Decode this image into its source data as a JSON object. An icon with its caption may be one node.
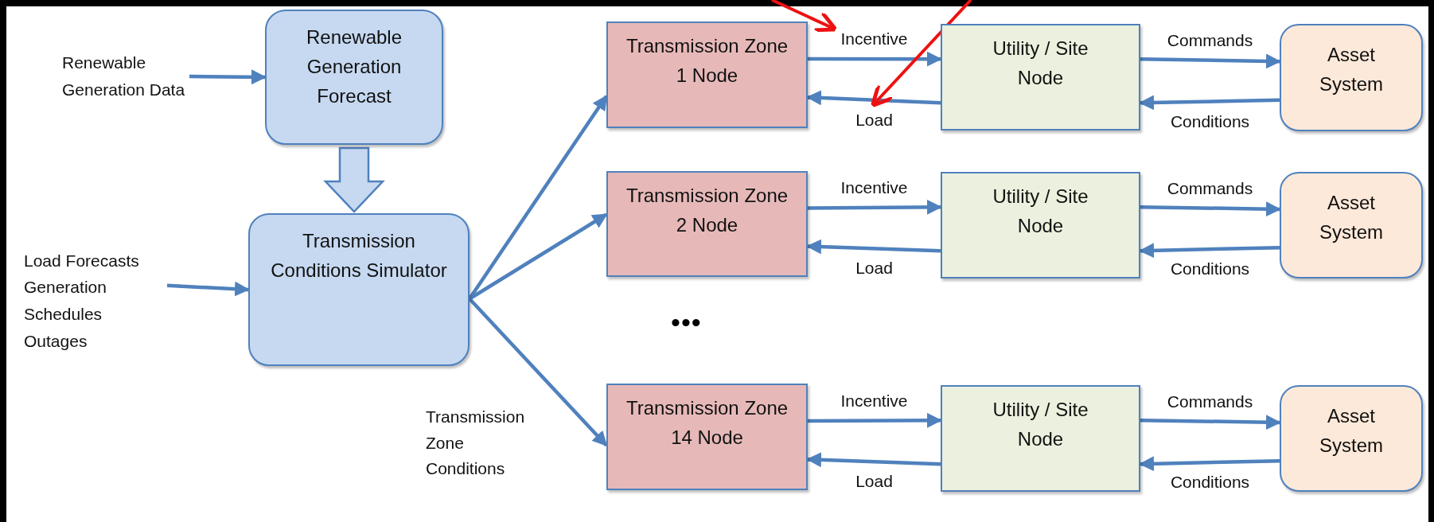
{
  "diagram": {
    "nodes": [
      {
        "text": [
          "Renewable Generation Data"
        ]
      },
      {
        "text": [
          "Renewable Generation Forecast"
        ]
      },
      {
        "text": [
          "Load Forecasts Generation Schedules Outages"
        ]
      },
      {
        "text": [
          "Transmission Conditions Simulator"
        ]
      },
      {
        "text": [
          "Transmission Zone 1 Node"
        ]
      },
      {
        "text": [
          "Utility / Site Node"
        ]
      },
      {
        "text": [
          "Asset System"
        ]
      },
      {
        "text": [
          "Transmission Zone 2 Node"
        ]
      },
      {
        "text": [
          "Utility / Site Node"
        ]
      },
      {
        "text": [
          "Asset System"
        ]
      },
      {
        "text": [
          "Transmission Zone 14 Node"
        ]
      },
      {
        "text": [
          "Utility / Site Node"
        ]
      },
      {
        "text": [
          "Asset System"
        ]
      }
    ],
    "edges": [
      {
        "from": 0,
        "to": 1,
        "arrow": "to"
      },
      {
        "from": 1,
        "to": 3,
        "arrow": "to",
        "style": "thick"
      },
      {
        "from": 2,
        "to": 3,
        "arrow": "to"
      },
      {
        "from": 3,
        "to": 4,
        "arrow": "to"
      },
      {
        "from": 3,
        "to": 7,
        "arrow": "to"
      },
      {
        "from": 3,
        "to": 10,
        "arrow": "to",
        "label": "Transmission Zone Conditions"
      },
      {
        "from": 4,
        "to": 5,
        "arrow": "to",
        "label": "Incentive"
      },
      {
        "from": 5,
        "to": 4,
        "arrow": "to",
        "label": "Load"
      },
      {
        "from": 5,
        "to": 6,
        "arrow": "to",
        "label": "Commands"
      },
      {
        "from": 6,
        "to": 5,
        "arrow": "to",
        "label": "Conditions"
      },
      {
        "from": 7,
        "to": 8,
        "arrow": "to",
        "label": "Incentive"
      },
      {
        "from": 8,
        "to": 7,
        "arrow": "to",
        "label": "Load"
      },
      {
        "from": 8,
        "to": 9,
        "arrow": "to",
        "label": "Commands"
      },
      {
        "from": 9,
        "to": 8,
        "arrow": "to",
        "label": "Conditions"
      },
      {
        "from": 10,
        "to": 11,
        "arrow": "to",
        "label": "Incentive"
      },
      {
        "from": 11,
        "to": 10,
        "arrow": "to",
        "label": "Load"
      },
      {
        "from": 11,
        "to": 12,
        "arrow": "to",
        "label": "Commands"
      },
      {
        "from": 12,
        "to": 11,
        "arrow": "to",
        "label": "Conditions"
      }
    ],
    "labels": [
      "•••"
    ]
  }
}
